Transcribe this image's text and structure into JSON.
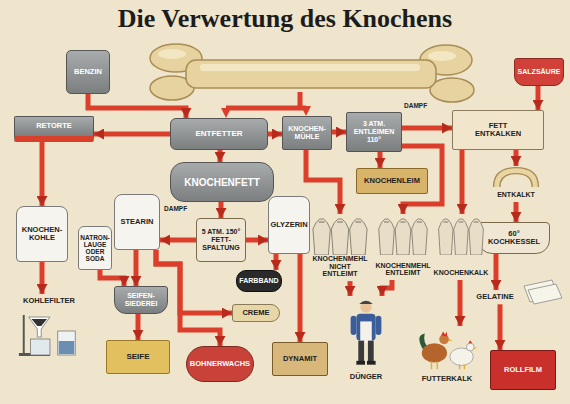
{
  "diagram": {
    "title": "Die Verwertung des Knochens",
    "nodes": [
      {
        "text": [
          "BENZIN"
        ]
      },
      {
        "text": [
          "RETORTE"
        ]
      },
      {
        "text": [
          "ENTFETTER"
        ]
      },
      {
        "text": [
          "KNOCHEN- MÜHLE"
        ]
      },
      {
        "text": [
          "3 ATM.",
          "ENTLEIMEN",
          "110°"
        ]
      },
      {
        "text": [
          "FETT",
          "ENTKALKEN"
        ]
      },
      {
        "text": [
          "SALZSÄURE"
        ]
      },
      {
        "text": [
          "KNOCHENFETT"
        ]
      },
      {
        "text": [
          "KNOCHENLEIM"
        ]
      },
      {
        "text": [
          "ENTKALKT"
        ]
      },
      {
        "text": [
          "60°",
          "KOCHKESSEL"
        ]
      },
      {
        "text": [
          "KNOCHEN- KOHLE"
        ]
      },
      {
        "text": [
          "NATRON- LAUGE ODER SODA"
        ]
      },
      {
        "text": [
          "STEARIN"
        ]
      },
      {
        "text": [
          "5 ATM. 150°",
          "FETT- SPALTUNG"
        ]
      },
      {
        "text": [
          "GLYZERIN"
        ]
      },
      {
        "text": [
          "SEIFEN- SIEDEREI"
        ]
      },
      {
        "text": [
          "FARBBAND"
        ]
      },
      {
        "text": [
          "KNOCHENMEHL",
          "NICHT ENTLEIMT"
        ]
      },
      {
        "text": [
          "KNOCHENMEHL",
          "ENTLEIMT"
        ]
      },
      {
        "text": [
          "KNOCHENKALK"
        ]
      },
      {
        "text": [
          "GELATINE"
        ]
      },
      {
        "text": [
          "KOHLEFILTER"
        ]
      },
      {
        "text": [
          "SEIFE"
        ]
      },
      {
        "text": [
          "BOHNERWACHS"
        ]
      },
      {
        "text": [
          "CREME"
        ]
      },
      {
        "text": [
          "DYNAMIT"
        ]
      },
      {
        "text": [
          "DÜNGER"
        ]
      },
      {
        "text": [
          "FUTTERKALK"
        ]
      },
      {
        "text": [
          "ROLLFILM"
        ]
      }
    ],
    "edges": [
      {
        "from": 0,
        "to": 2,
        "arrow": "to"
      },
      {
        "from": 2,
        "to": 1,
        "arrow": "to"
      },
      {
        "from": 2,
        "to": 3,
        "arrow": "to"
      },
      {
        "from": 3,
        "to": 4,
        "arrow": "to"
      },
      {
        "from": 4,
        "to": 5,
        "arrow": "to"
      },
      {
        "from": 6,
        "to": 5,
        "arrow": "to"
      },
      {
        "from": 2,
        "to": 7,
        "arrow": "to"
      },
      {
        "from": 1,
        "to": 11,
        "arrow": "to"
      },
      {
        "from": 3,
        "to": 18,
        "arrow": "to"
      },
      {
        "from": 4,
        "to": 8,
        "arrow": "to"
      },
      {
        "from": 4,
        "to": 19,
        "arrow": "to"
      },
      {
        "from": 5,
        "to": 20,
        "arrow": "to"
      },
      {
        "from": 5,
        "to": 9,
        "arrow": "to"
      },
      {
        "from": 9,
        "to": 10,
        "arrow": "to"
      },
      {
        "from": 10,
        "to": 21,
        "arrow": "to"
      },
      {
        "from": 21,
        "to": 29,
        "arrow": "to"
      },
      {
        "from": 7,
        "to": 14,
        "arrow": "to"
      },
      {
        "from": 14,
        "to": 13,
        "arrow": "to"
      },
      {
        "from": 14,
        "to": 15,
        "arrow": "to"
      },
      {
        "from": 15,
        "to": 17,
        "arrow": "to"
      },
      {
        "from": 15,
        "to": 26,
        "arrow": "to"
      },
      {
        "from": 13,
        "to": 24,
        "arrow": "to"
      },
      {
        "from": 13,
        "to": 25,
        "arrow": "to"
      },
      {
        "from": 13,
        "to": 16,
        "arrow": "to"
      },
      {
        "from": 12,
        "to": 16,
        "arrow": "to"
      },
      {
        "from": 16,
        "to": 23,
        "arrow": "to"
      },
      {
        "from": 11,
        "to": 22,
        "arrow": "to"
      },
      {
        "from": 18,
        "to": 27,
        "arrow": "to"
      },
      {
        "from": 19,
        "to": 27,
        "arrow": "to"
      },
      {
        "from": 20,
        "to": 28,
        "arrow": "to"
      }
    ],
    "labels": [
      "DAMPF",
      "DAMPF"
    ]
  }
}
